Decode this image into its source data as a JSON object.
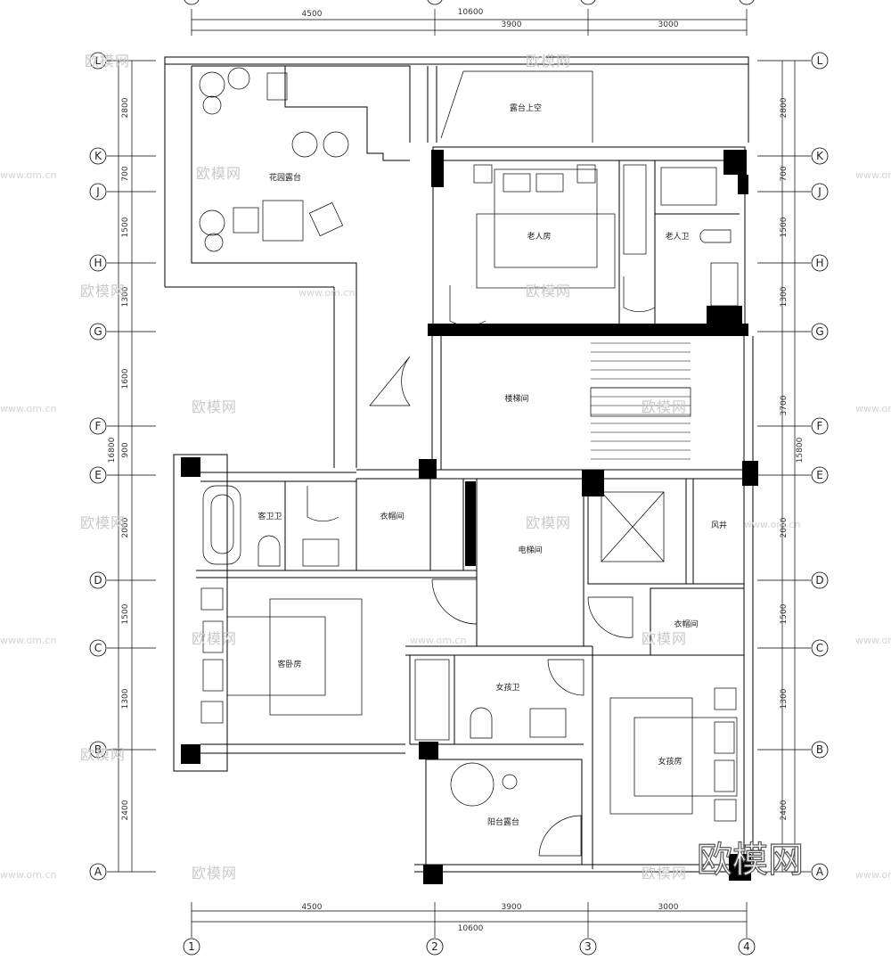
{
  "axes": {
    "rows": [
      "L",
      "K",
      "J",
      "H",
      "G",
      "F",
      "E",
      "D",
      "C",
      "B",
      "A"
    ],
    "cols": [
      "1",
      "2",
      "3",
      "4"
    ]
  },
  "dimensions": {
    "top": [
      "4500",
      "3900",
      "3000"
    ],
    "top_total": "10600",
    "bottom": [
      "4500",
      "3900",
      "3000"
    ],
    "bottom_total": "10600",
    "left": [
      "2800",
      "700",
      "1500",
      "1300",
      "1600",
      "900",
      "2000",
      "1500",
      "1300",
      "2400"
    ],
    "left_total": "16800",
    "right": [
      "2800",
      "700",
      "1500",
      "1300",
      "3700",
      "2000",
      "1500",
      "1300",
      "2400"
    ],
    "right_total": "15800"
  },
  "rooms": {
    "roof_terrace": "露台上空",
    "garden_terrace": "花园露台",
    "elder_room": "老人房",
    "elder_bath": "老人卫",
    "stair_hall": "楼梯间",
    "guest_bath": "客卫卫",
    "storage_left": "衣帽间",
    "elevator_hall": "电梯间",
    "shaft": "风井",
    "guest_room": "客卧房",
    "storage_right": "衣帽间",
    "girl_bath": "女孩卫",
    "girl_room": "女孩房",
    "balcony": "阳台露台"
  },
  "watermarks": {
    "logo": "欧模网",
    "url": "www.om.cn"
  }
}
